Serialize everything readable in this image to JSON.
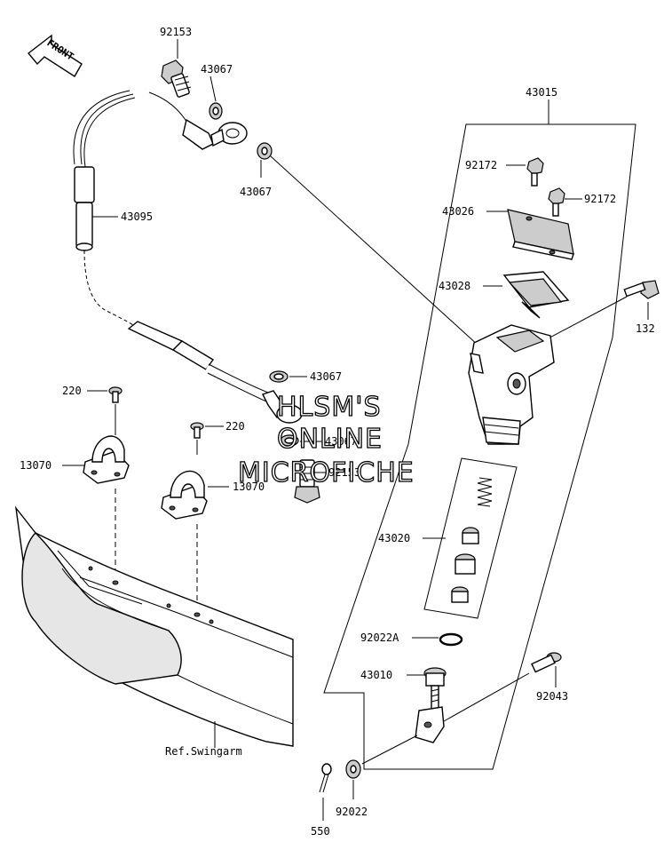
{
  "labels": {
    "front": "FRONT",
    "p92153_top": "92153",
    "p43067_a": "43067",
    "p43067_b": "43067",
    "p43095": "43095",
    "p43067_c": "43067",
    "p43067_d": "43067",
    "p92153_bottom": "92153",
    "p220_a": "220",
    "p220_b": "220",
    "p13070_a": "13070",
    "p13070_b": "13070",
    "p43015": "43015",
    "p92172_a": "92172",
    "p92172_b": "92172",
    "p43026": "43026",
    "p43028": "43028",
    "p132": "132",
    "p43020": "43020",
    "p92022A": "92022A",
    "p43010": "43010",
    "p92043": "92043",
    "p92022": "92022",
    "p550": "550",
    "ref_swingarm": "Ref.Swingarm"
  },
  "watermark": {
    "line1": "HLSM'S",
    "line2": "ONLINE",
    "line3": "MICROFICHE"
  }
}
